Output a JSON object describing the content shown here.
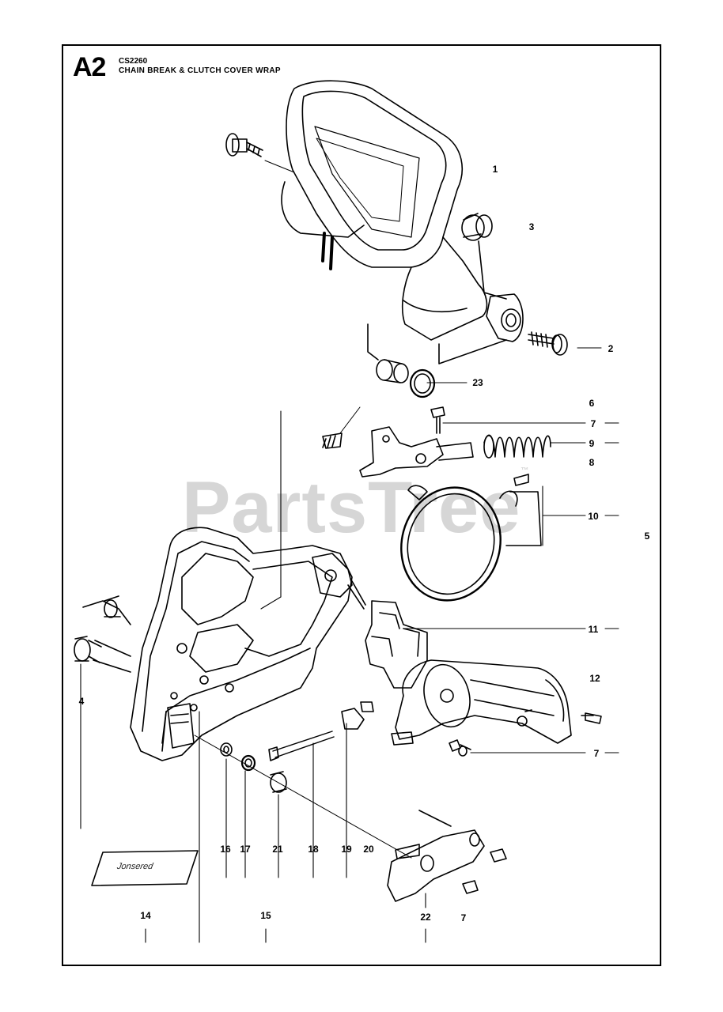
{
  "header": {
    "page_code": "A2",
    "model": "CS2260",
    "title": "CHAIN BREAK & CLUTCH COVER WRAP"
  },
  "watermark": {
    "text": "PartsTree",
    "trademark": "™"
  },
  "decal": {
    "text": "Jonsered"
  },
  "callouts": [
    {
      "id": "c1",
      "label": "1"
    },
    {
      "id": "c2",
      "label": "2"
    },
    {
      "id": "c3",
      "label": "3"
    },
    {
      "id": "c4",
      "label": "4"
    },
    {
      "id": "c5",
      "label": "5"
    },
    {
      "id": "c6",
      "label": "6"
    },
    {
      "id": "c7a",
      "label": "7"
    },
    {
      "id": "c7b",
      "label": "7"
    },
    {
      "id": "c7c",
      "label": "7"
    },
    {
      "id": "c8",
      "label": "8"
    },
    {
      "id": "c9",
      "label": "9"
    },
    {
      "id": "c10",
      "label": "10"
    },
    {
      "id": "c11",
      "label": "11"
    },
    {
      "id": "c12",
      "label": "12"
    },
    {
      "id": "c14",
      "label": "14"
    },
    {
      "id": "c15",
      "label": "15"
    },
    {
      "id": "c16",
      "label": "16"
    },
    {
      "id": "c17",
      "label": "17"
    },
    {
      "id": "c18",
      "label": "18"
    },
    {
      "id": "c19",
      "label": "19"
    },
    {
      "id": "c20",
      "label": "20"
    },
    {
      "id": "c21",
      "label": "21"
    },
    {
      "id": "c22",
      "label": "22"
    },
    {
      "id": "c23",
      "label": "23"
    }
  ]
}
